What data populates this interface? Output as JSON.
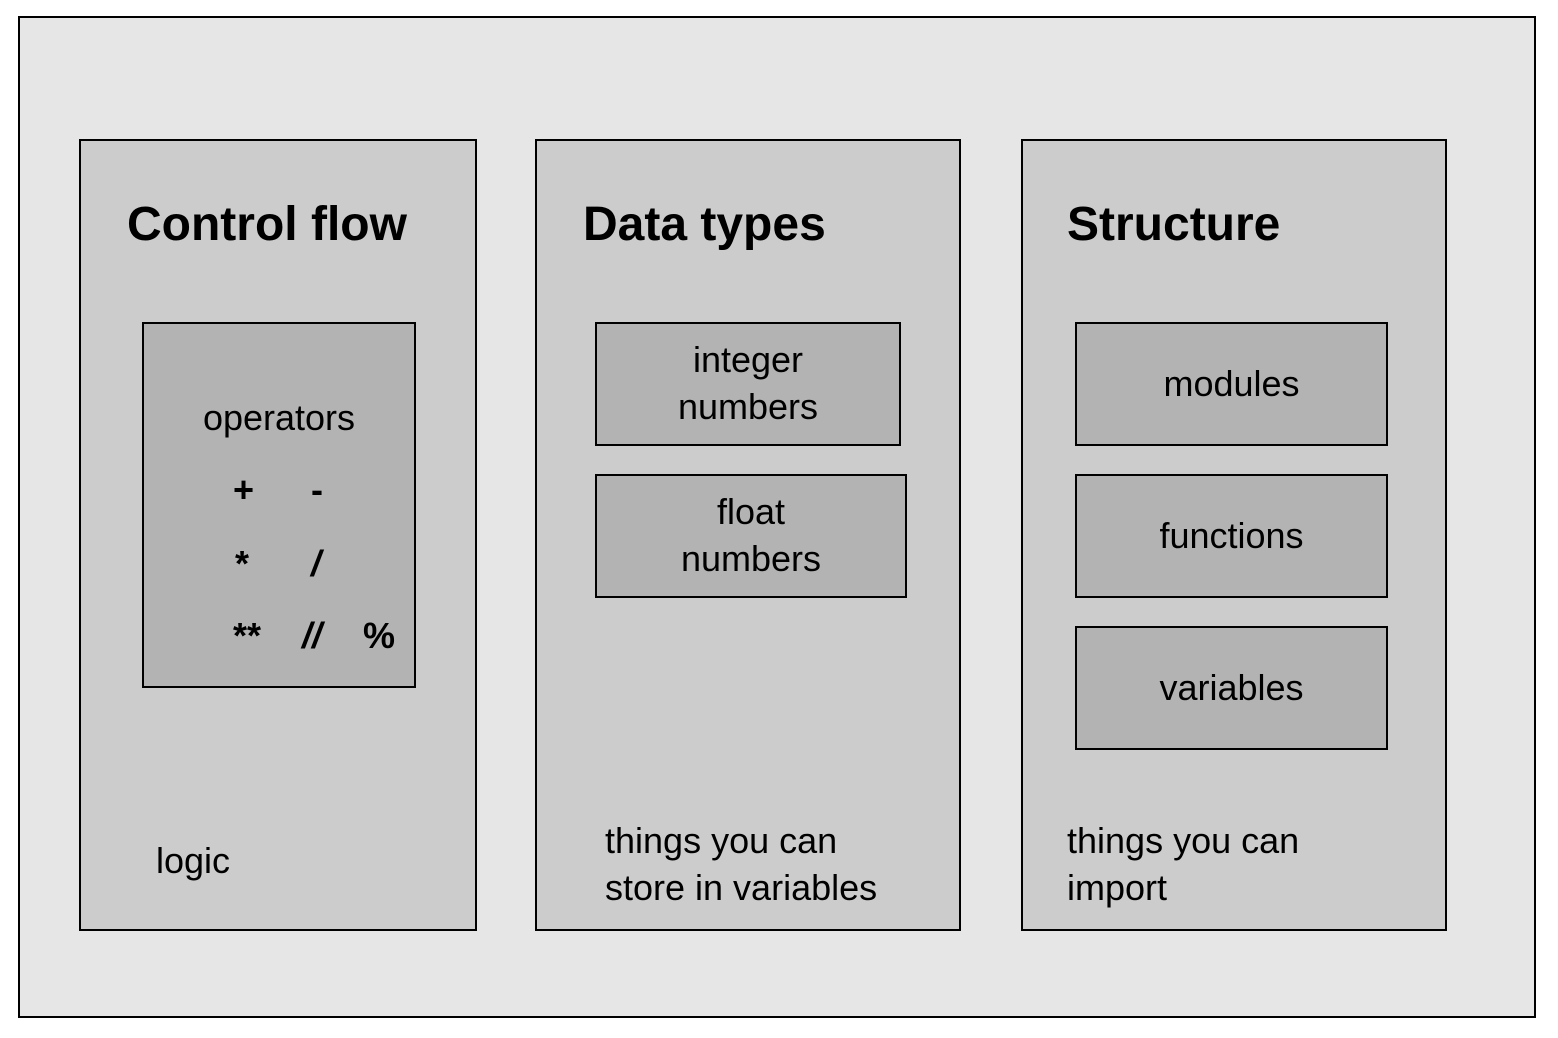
{
  "panels": {
    "control_flow": {
      "title": "Control flow",
      "operators_box": {
        "label": "operators",
        "row1": [
          "+",
          "-"
        ],
        "row2": [
          "*",
          "/"
        ],
        "row3": [
          "**",
          "//",
          "%"
        ]
      },
      "caption": "logic"
    },
    "data_types": {
      "title": "Data types",
      "boxes": [
        {
          "line1": "integer",
          "line2": "numbers"
        },
        {
          "line1": "float",
          "line2": "numbers"
        }
      ],
      "caption_line1": "things you can",
      "caption_line2": "store in variables"
    },
    "structure": {
      "title": "Structure",
      "boxes": [
        {
          "label": "modules"
        },
        {
          "label": "functions"
        },
        {
          "label": "variables"
        }
      ],
      "caption_line1": "things you can",
      "caption_line2": "import"
    }
  },
  "colors": {
    "outer_background": "#e6e6e6",
    "panel_background": "#cccccc",
    "box_background": "#b3b3b3",
    "border": "#000000"
  }
}
